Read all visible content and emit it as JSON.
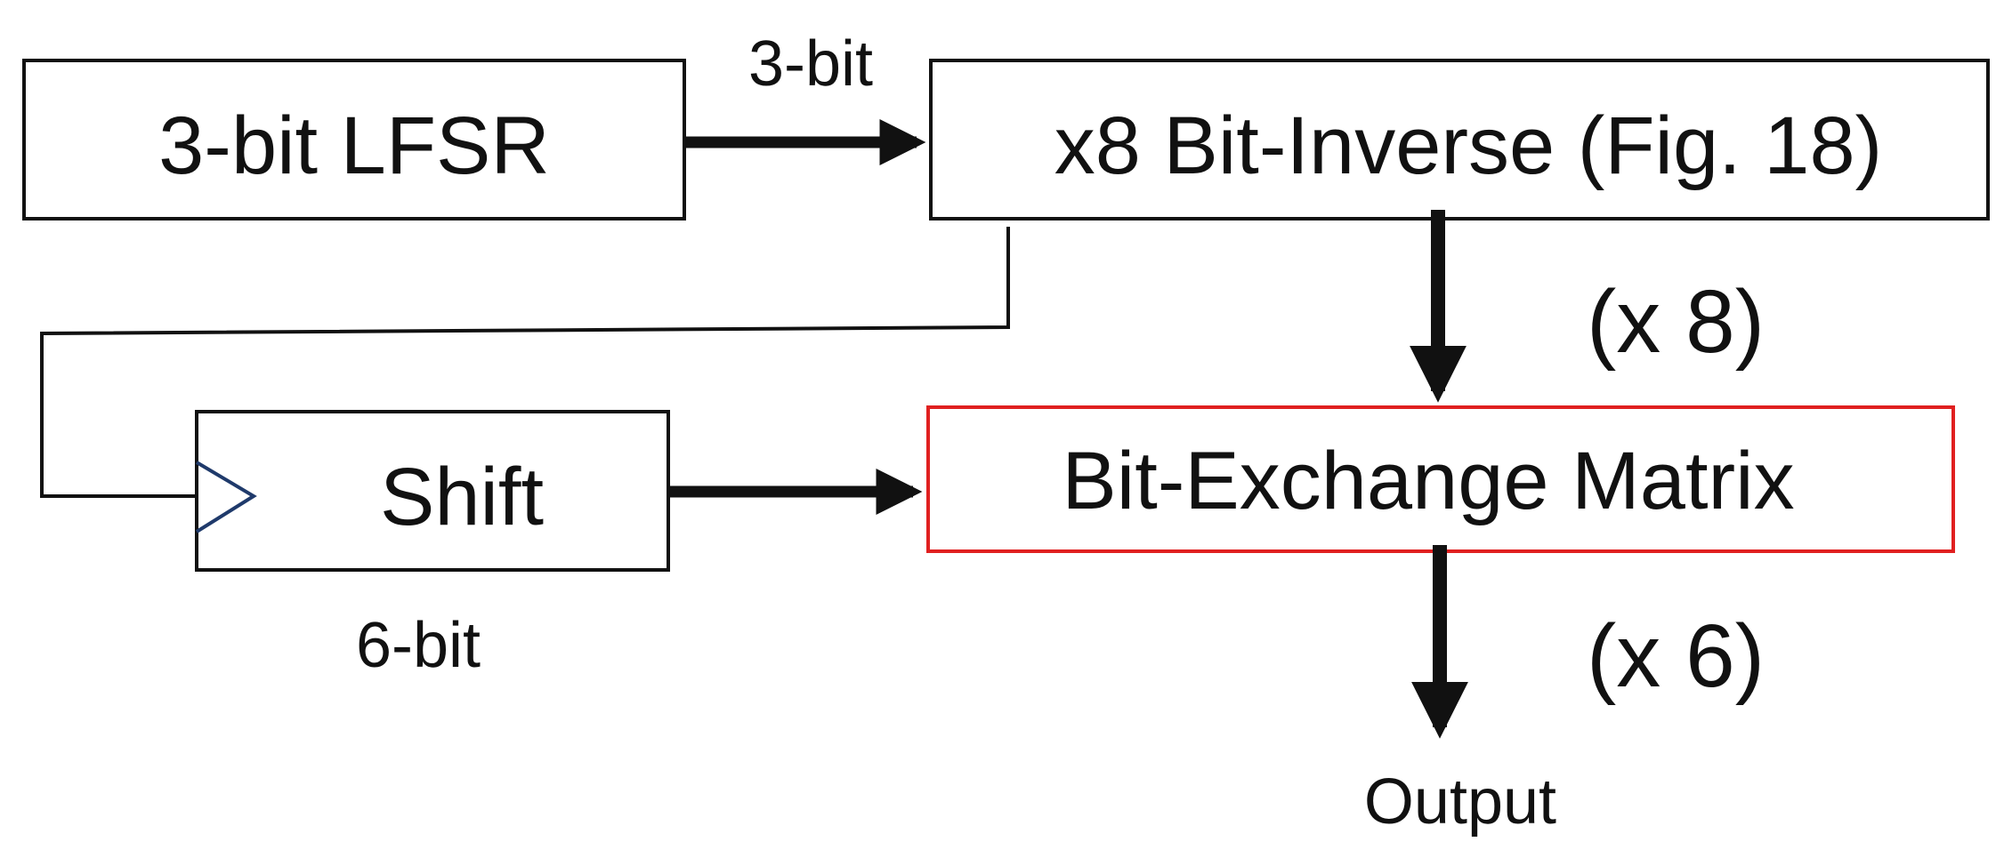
{
  "blocks": {
    "lfsr": {
      "label": "3-bit LFSR"
    },
    "bit_inverse": {
      "label": "x8 Bit-Inverse (Fig. 18)"
    },
    "shift": {
      "label": "Shift"
    },
    "bit_exchange": {
      "label": "Bit-Exchange Matrix"
    }
  },
  "edge_labels": {
    "lfsr_to_inverse": "3-bit",
    "shift_width": "6-bit",
    "inverse_multiplier": "(x 8)",
    "exchange_multiplier": "(x 6)",
    "output": "Output"
  },
  "colors": {
    "stroke": "#111111",
    "highlight": "#e02020",
    "clock_marker": "#1f3a6b"
  }
}
